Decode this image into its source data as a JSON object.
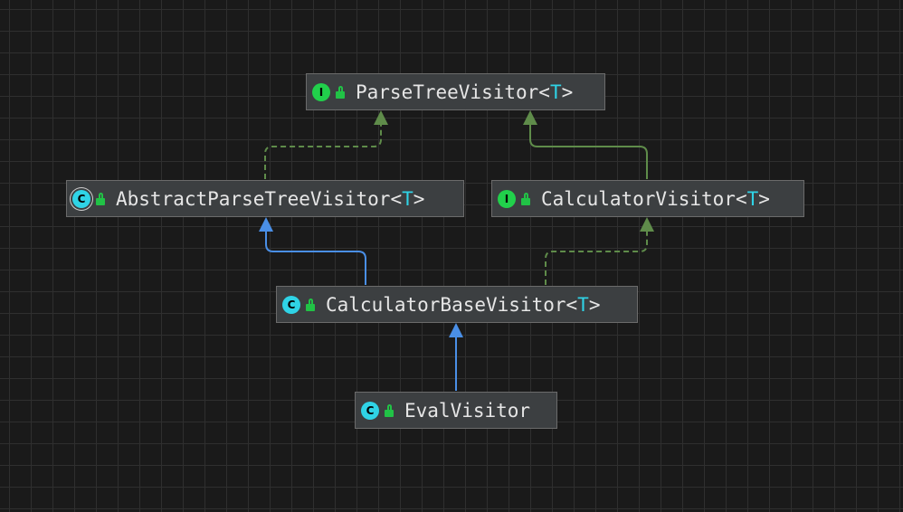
{
  "diagram": {
    "nodes": [
      {
        "id": "parse_tree_visitor",
        "kind": "interface",
        "kind_letter": "I",
        "name": "ParseTreeVisitor",
        "open": "<",
        "type_param": "T",
        "close": ">"
      },
      {
        "id": "abstract_parse_tree_visitor",
        "kind": "abstract-class",
        "kind_letter": "C",
        "name": "AbstractParseTreeVisitor",
        "open": "<",
        "type_param": "T",
        "close": ">"
      },
      {
        "id": "calculator_visitor",
        "kind": "interface",
        "kind_letter": "I",
        "name": "CalculatorVisitor",
        "open": "<",
        "type_param": "T",
        "close": ">"
      },
      {
        "id": "calculator_base_visitor",
        "kind": "class",
        "kind_letter": "C",
        "name": "CalculatorBaseVisitor",
        "open": "<",
        "type_param": "T",
        "close": ">"
      },
      {
        "id": "eval_visitor",
        "kind": "class",
        "kind_letter": "C",
        "name": "EvalVisitor",
        "open": "",
        "type_param": "",
        "close": ""
      }
    ],
    "edges": [
      {
        "from": "abstract_parse_tree_visitor",
        "to": "parse_tree_visitor",
        "relation": "implements",
        "style": "dashed",
        "color": "#5f8c4a"
      },
      {
        "from": "calculator_visitor",
        "to": "parse_tree_visitor",
        "relation": "extends",
        "style": "solid",
        "color": "#5f8c4a"
      },
      {
        "from": "calculator_base_visitor",
        "to": "abstract_parse_tree_visitor",
        "relation": "extends",
        "style": "solid",
        "color": "#4a8fe6"
      },
      {
        "from": "calculator_base_visitor",
        "to": "calculator_visitor",
        "relation": "implements",
        "style": "dashed",
        "color": "#5f8c4a"
      },
      {
        "from": "eval_visitor",
        "to": "calculator_base_visitor",
        "relation": "extends",
        "style": "solid",
        "color": "#4a8fe6"
      }
    ]
  },
  "colors": {
    "background": "#1a1a1a",
    "grid": "#2f2f2f",
    "node_fill": "#3c3f41",
    "node_border": "#6b6b6b",
    "interface_icon": "#21d04b",
    "class_icon": "#2fd3e6",
    "type_param": "#2fd3e6",
    "implements_edge": "#5f8c4a",
    "extends_edge": "#4a8fe6"
  },
  "icons": {
    "interface": "interface-icon",
    "class": "class-icon",
    "abstract_class": "abstract-class-icon",
    "visibility": "public-lock-icon"
  }
}
